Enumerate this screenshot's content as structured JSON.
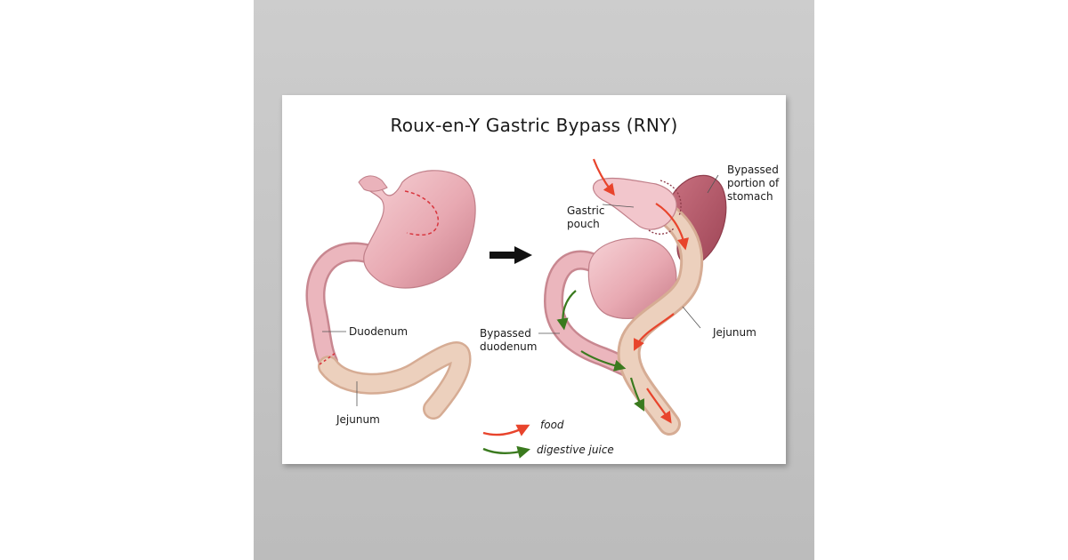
{
  "title": "Roux-en-Y Gastric Bypass (RNY)",
  "labels": {
    "duodenum": "Duodenum",
    "jejunum_left": "Jejunum",
    "gastric_pouch_line1": "Gastric",
    "gastric_pouch_line2": "pouch",
    "bypassed_stomach_line1": "Bypassed",
    "bypassed_stomach_line2": "portion of",
    "bypassed_stomach_line3": "stomach",
    "jejunum_right": "Jejunum",
    "bypassed_duodenum_line1": "Bypassed",
    "bypassed_duodenum_line2": "duodenum"
  },
  "legend": {
    "food": "food",
    "digestive_juice": "digestive juice"
  },
  "colors": {
    "stomach": "#e9b0b8",
    "stomach_dark": "#c8818d",
    "bypassed_stomach": "#b85a6a",
    "jejunum": "#e9c5b0",
    "food_arrow": "#e8442c",
    "juice_arrow": "#3a7a1e",
    "dashed_line": "#d8343c"
  }
}
